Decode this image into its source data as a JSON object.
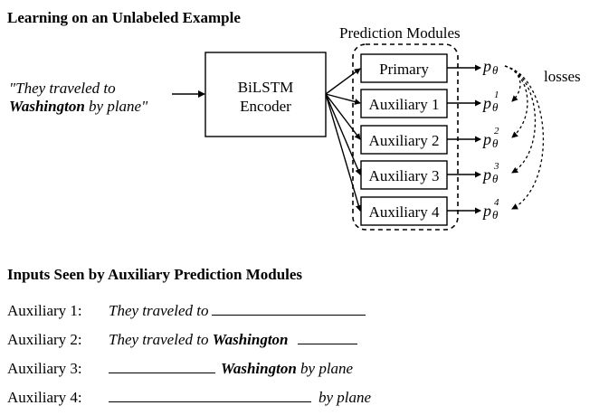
{
  "header": {
    "title": "Learning on an Unlabeled Example",
    "modules_label": "Prediction Modules",
    "losses_label": "losses"
  },
  "input_sentence": {
    "line1": "\"They traveled to",
    "line2_bold": "Washington",
    "line2_rest": " by plane\""
  },
  "encoder": {
    "line1": "BiLSTM",
    "line2": "Encoder"
  },
  "modules": [
    {
      "label": "Primary"
    },
    {
      "label": "Auxiliary 1"
    },
    {
      "label": "Auxiliary 2"
    },
    {
      "label": "Auxiliary 3"
    },
    {
      "label": "Auxiliary 4"
    }
  ],
  "outputs": [
    {
      "base": "p",
      "sub": "θ",
      "sup": ""
    },
    {
      "base": "p",
      "sub": "θ",
      "sup": "1"
    },
    {
      "base": "p",
      "sub": "θ",
      "sup": "2"
    },
    {
      "base": "p",
      "sub": "θ",
      "sup": "3"
    },
    {
      "base": "p",
      "sub": "θ",
      "sup": "4"
    }
  ],
  "inputs_section": {
    "title": "Inputs Seen by Auxiliary Prediction Modules",
    "rows": [
      {
        "label": "Auxiliary 1:",
        "text": "They traveled to"
      },
      {
        "label": "Auxiliary 2:",
        "text": "They traveled to",
        "bold": "Washington"
      },
      {
        "label": "Auxiliary 3:",
        "bold": "Washington",
        "text": " by plane"
      },
      {
        "label": "Auxiliary 4:",
        "text": "by plane"
      }
    ]
  }
}
